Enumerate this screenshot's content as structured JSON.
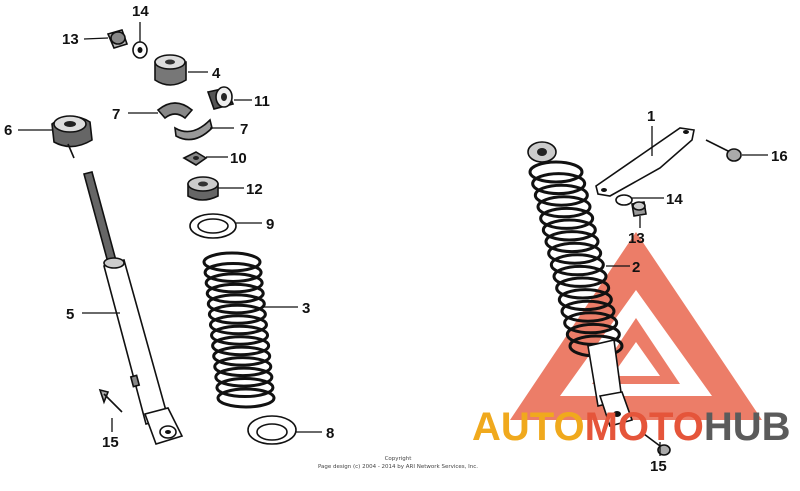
{
  "callouts": [
    {
      "id": "c13a",
      "text": "13"
    },
    {
      "id": "c14a",
      "text": "14"
    },
    {
      "id": "c4",
      "text": "4"
    },
    {
      "id": "c11",
      "text": "11"
    },
    {
      "id": "c6",
      "text": "6"
    },
    {
      "id": "c7a",
      "text": "7"
    },
    {
      "id": "c7b",
      "text": "7"
    },
    {
      "id": "c10",
      "text": "10"
    },
    {
      "id": "c12",
      "text": "12"
    },
    {
      "id": "c9",
      "text": "9"
    },
    {
      "id": "c5",
      "text": "5"
    },
    {
      "id": "c3",
      "text": "3"
    },
    {
      "id": "c15a",
      "text": "15"
    },
    {
      "id": "c8",
      "text": "8"
    },
    {
      "id": "c1",
      "text": "1"
    },
    {
      "id": "c16",
      "text": "16"
    },
    {
      "id": "c14b",
      "text": "14"
    },
    {
      "id": "c13b",
      "text": "13"
    },
    {
      "id": "c2",
      "text": "2"
    },
    {
      "id": "c15b",
      "text": "15"
    }
  ],
  "copyright": {
    "line1": "Copyright",
    "line2": "Page design (c) 2004 - 2014 by ARI Network Services, Inc."
  },
  "watermark": {
    "part1": "AUTO",
    "part2": "MOTO",
    "part3": "HUB",
    "colors": {
      "auto": "#f0a91d",
      "moto": "#e5553a",
      "hub": "#5b5b5b",
      "triangle": "#e5553a"
    }
  }
}
